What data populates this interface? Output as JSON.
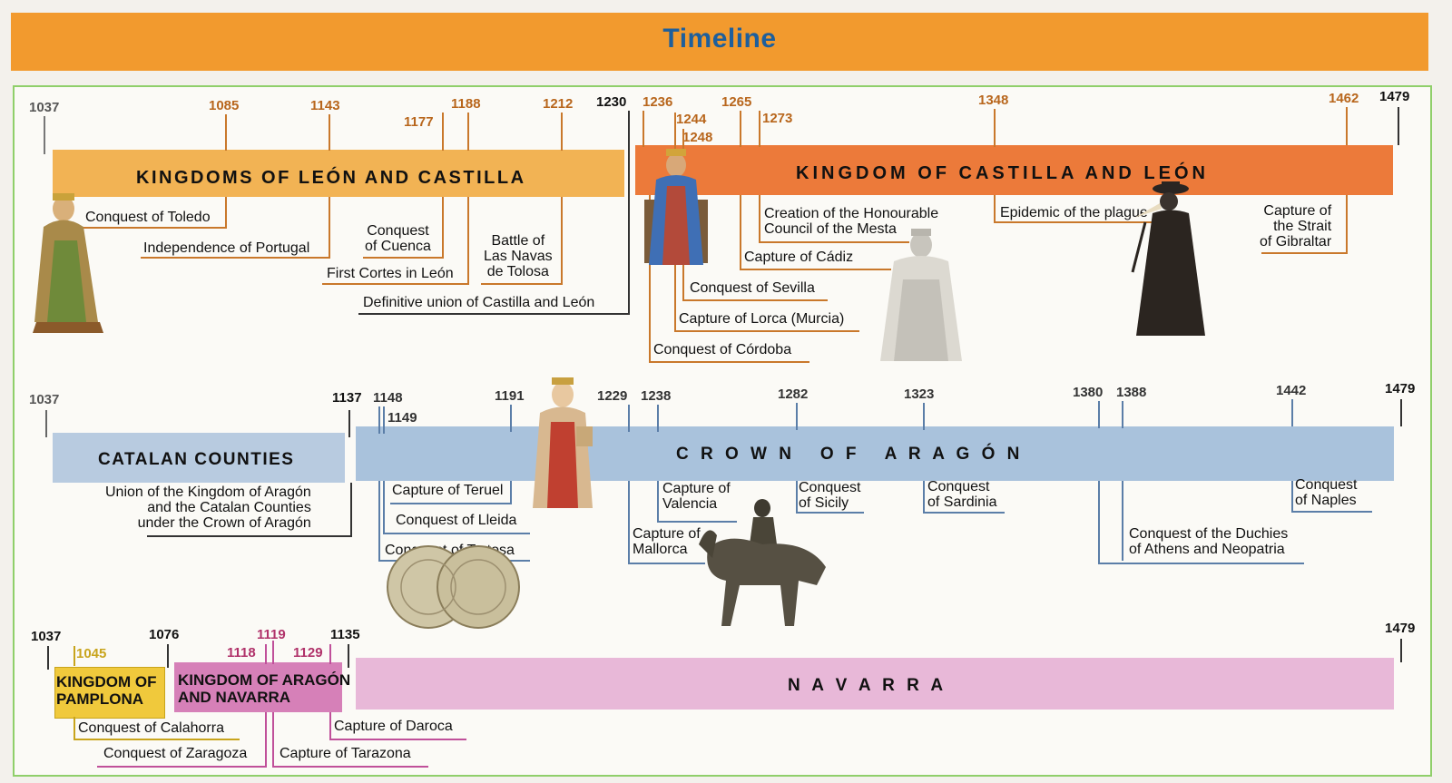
{
  "page": {
    "title": "Timeline"
  },
  "colors": {
    "header": "#f29a2e",
    "title": "#1e5f9c",
    "frame_border": "#8fcf6a",
    "castile_year": "#b8661c",
    "castile_line": "#c9782b",
    "castile_band_left": "#f2b354",
    "castile_band_right": "#ec7a3a",
    "aragon_band": "#a9c2dc",
    "aragon_line": "#5b7ea8",
    "catalan_band": "#b8cbe0",
    "pamplona_band": "#f0c93c",
    "navarra_band": "#e8b8d8",
    "navarra_year": "#b0326a",
    "navarra_line": "#c0509a"
  },
  "castile": {
    "band_left_label": "KINGDOMS OF LEÓN AND CASTILLA",
    "band_right_label": "KINGDOM OF CASTILLA AND LEÓN",
    "years": {
      "y1037": "1037",
      "y1085": "1085",
      "y1143": "1143",
      "y1177": "1177",
      "y1188": "1188",
      "y1212": "1212",
      "y1230": "1230",
      "y1236": "1236",
      "y1244": "1244",
      "y1248": "1248",
      "y1265": "1265",
      "y1273": "1273",
      "y1348": "1348",
      "y1462": "1462",
      "y1479": "1479"
    },
    "events": {
      "toledo": "Conquest of Toledo",
      "portugal": "Independence of Portugal",
      "cuenca": "Conquest\nof Cuenca",
      "cortes": "First Cortes in León",
      "navas": "Battle of\nLas Navas\nde Tolosa",
      "union": "Definitive union of Castilla and León",
      "mesta": "Creation of the Honourable\nCouncil of the Mesta",
      "cadiz": "Capture of Cádiz",
      "sevilla": "Conquest of Sevilla",
      "lorca": "Capture of Lorca (Murcia)",
      "cordoba": "Conquest of Córdoba",
      "plague": "Epidemic of the plague",
      "gibraltar": "Capture of\nthe Strait\nof Gibraltar"
    }
  },
  "aragon": {
    "catalan_label": "CATALAN COUNTIES",
    "band_label": "C R O W N   O F   A R A G Ó N",
    "years": {
      "y1037": "1037",
      "y1137": "1137",
      "y1148": "1148",
      "y1149": "1149",
      "y1191": "1191",
      "y1229": "1229",
      "y1238": "1238",
      "y1282": "1282",
      "y1323": "1323",
      "y1380": "1380",
      "y1388": "1388",
      "y1442": "1442",
      "y1479": "1479"
    },
    "events": {
      "union": "Union of the Kingdom of Aragón\nand the Catalan Counties\nunder the Crown of Aragón",
      "teruel": "Capture of Teruel",
      "lleida": "Conquest of Lleida",
      "tortosa": "Conquest of Tortosa",
      "valencia": "Capture of\nValencia",
      "mallorca": "Capture of\nMallorca",
      "sicily": "Conquest\nof Sicily",
      "sardinia": "Conquest\nof Sardinia",
      "athens": "Conquest of the Duchies\nof Athens and Neopatria",
      "naples": "Conquest\nof Naples"
    }
  },
  "navarra": {
    "pamplona_label": "KINGDOM OF\nPAMPLONA",
    "aragon_navarra_label": "KINGDOM OF ARAGÓN\nAND NAVARRA",
    "band_label": "N A V A R R A",
    "years": {
      "y1037": "1037",
      "y1045": "1045",
      "y1076": "1076",
      "y1118": "1118",
      "y1119": "1119",
      "y1129": "1129",
      "y1135": "1135",
      "y1479": "1479"
    },
    "events": {
      "calahorra": "Conquest of Calahorra",
      "zaragoza": "Conquest of Zaragoza",
      "daroca": "Capture of Daroca",
      "tarazona": "Capture of Tarazona"
    }
  },
  "illustrations": [
    "king-figure-icon",
    "enthroned-king-icon",
    "queen-statue-icon",
    "plague-doctor-icon",
    "aragon-king-statue-icon",
    "coins-icon",
    "equestrian-statue-icon"
  ]
}
